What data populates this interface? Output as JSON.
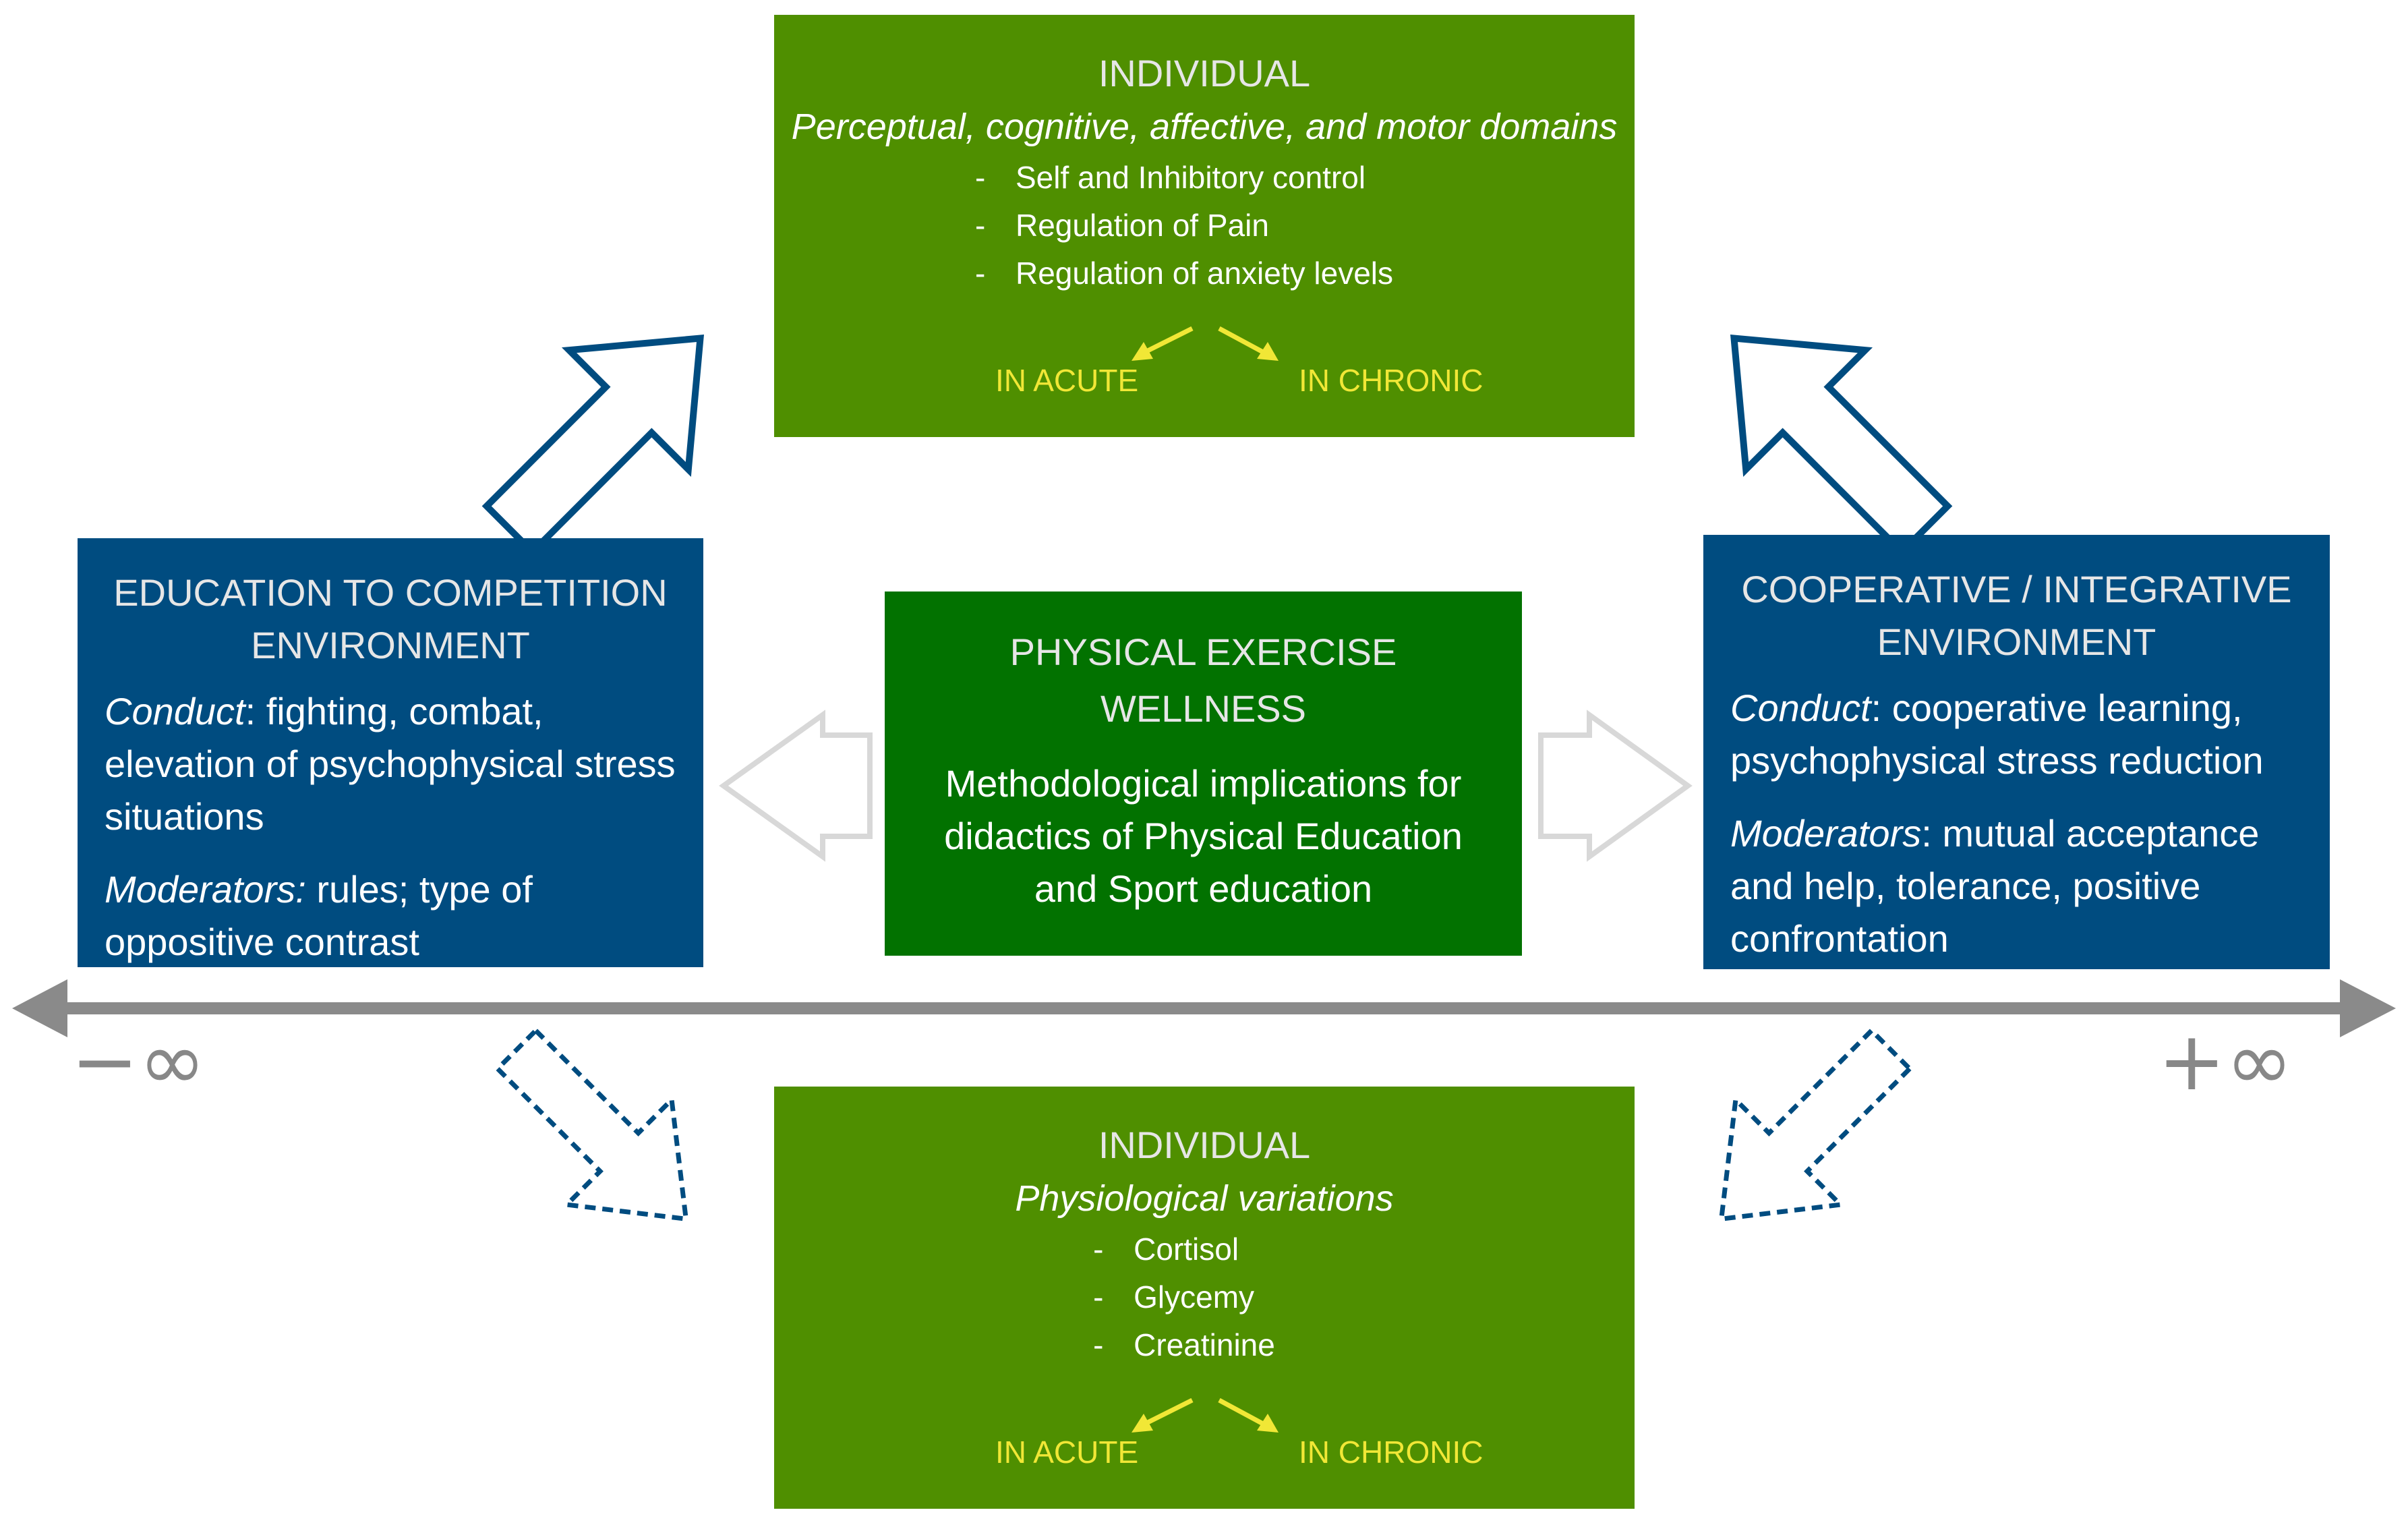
{
  "top_box": {
    "title": "INDIVIDUAL",
    "subtitle": "Perceptual, cognitive, affective, and motor domains",
    "items": [
      "Self and Inhibitory control",
      "Regulation of Pain",
      "Regulation of anxiety levels"
    ],
    "acute_label": "IN ACUTE",
    "chronic_label": "IN CHRONIC"
  },
  "bottom_box": {
    "title": "INDIVIDUAL",
    "subtitle": "Physiological variations",
    "items": [
      "Cortisol",
      "Glycemy",
      "Creatinine"
    ],
    "acute_label": "IN ACUTE",
    "chronic_label": "IN CHRONIC"
  },
  "left_box": {
    "title_line1": "EDUCATION TO COMPETITION",
    "title_line2": "ENVIRONMENT",
    "conduct_label": "Conduct",
    "conduct_text": ": fighting, combat, elevation of psychophysical stress situations",
    "moderators_label": "Moderators:",
    "moderators_text": " rules; type of oppositive contrast"
  },
  "center_box": {
    "title_line1": "PHYSICAL EXERCISE",
    "title_line2": "WELLNESS",
    "body": "Methodological implications for didactics of Physical Education and Sport education"
  },
  "right_box": {
    "title_line1": "COOPERATIVE / INTEGRATIVE",
    "title_line2": "ENVIRONMENT",
    "conduct_label": "Conduct",
    "conduct_text": ": cooperative learning, psychophysical stress reduction",
    "moderators_label": "Moderators",
    "moderators_text": ": mutual acceptance and help, tolerance, positive confrontation"
  },
  "axis": {
    "left_label": "−∞",
    "right_label": "+∞"
  },
  "colors": {
    "green": "#4f8f00",
    "dark_green": "#027200",
    "blue": "#004c80",
    "yellow": "#f1e736",
    "axis_gray": "#8a8a8a"
  }
}
